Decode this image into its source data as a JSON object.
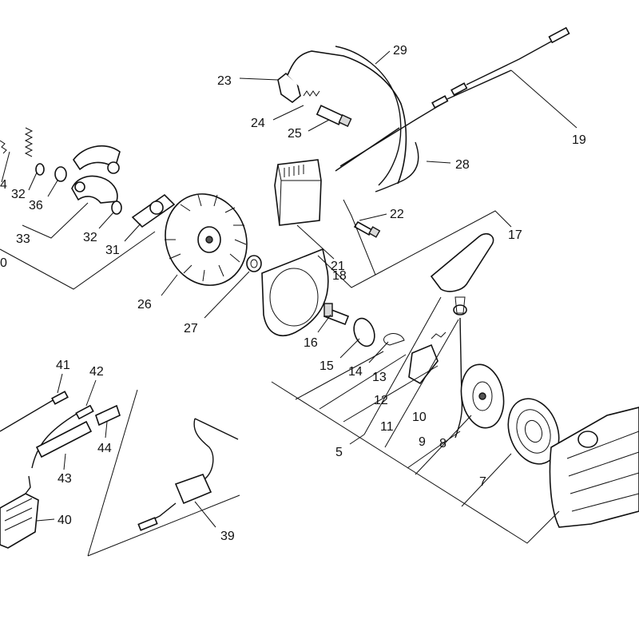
{
  "colors": {
    "ink": "#111111",
    "background": "#ffffff",
    "shade": "#d8d8d8"
  },
  "callouts": [
    {
      "id": "c29",
      "text": "29"
    },
    {
      "id": "c23",
      "text": "23"
    },
    {
      "id": "c24",
      "text": "24"
    },
    {
      "id": "c25",
      "text": "25"
    },
    {
      "id": "c19",
      "text": "19"
    },
    {
      "id": "c28",
      "text": "28"
    },
    {
      "id": "c22",
      "text": "22"
    },
    {
      "id": "c17",
      "text": "17"
    },
    {
      "id": "c21",
      "text": "21"
    },
    {
      "id": "c18",
      "text": "18"
    },
    {
      "id": "c4",
      "text": "4"
    },
    {
      "id": "c32a",
      "text": "32"
    },
    {
      "id": "c36",
      "text": "36"
    },
    {
      "id": "c33",
      "text": "33"
    },
    {
      "id": "c32b",
      "text": "32"
    },
    {
      "id": "c31",
      "text": "31"
    },
    {
      "id": "c0",
      "text": "0"
    },
    {
      "id": "c26",
      "text": "26"
    },
    {
      "id": "c27",
      "text": "27"
    },
    {
      "id": "c16",
      "text": "16"
    },
    {
      "id": "c15",
      "text": "15"
    },
    {
      "id": "c14",
      "text": "14"
    },
    {
      "id": "c13",
      "text": "13"
    },
    {
      "id": "c12",
      "text": "12"
    },
    {
      "id": "c11",
      "text": "11"
    },
    {
      "id": "c10",
      "text": "10"
    },
    {
      "id": "c9",
      "text": "9"
    },
    {
      "id": "c8",
      "text": "8"
    },
    {
      "id": "c7",
      "text": "7"
    },
    {
      "id": "c5",
      "text": "5"
    },
    {
      "id": "c41",
      "text": "41"
    },
    {
      "id": "c42",
      "text": "42"
    },
    {
      "id": "c44",
      "text": "44"
    },
    {
      "id": "c43",
      "text": "43"
    },
    {
      "id": "c40",
      "text": "40"
    },
    {
      "id": "c39",
      "text": "39"
    }
  ]
}
